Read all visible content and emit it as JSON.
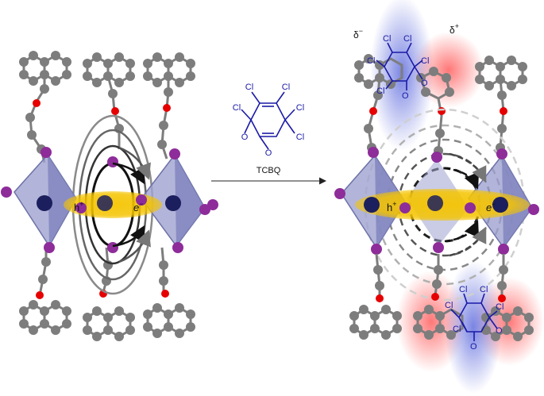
{
  "left_panel": {
    "hole_label": "h",
    "hole_sup": "+",
    "electron_label": "e",
    "electron_sup": "−"
  },
  "reaction": {
    "reagent_label": "TCBQ",
    "atom_cl": "Cl",
    "atom_o": "O"
  },
  "right_panel": {
    "delta_minus_symbol": "δ",
    "delta_minus_sup": "−",
    "delta_plus_symbol": "δ",
    "delta_plus_sup": "+",
    "hole_label": "h",
    "hole_sup": "+",
    "electron_label": "e",
    "electron_sup": "−"
  },
  "colors": {
    "carbon": "#7d7d7d",
    "oxygen": "#e60000",
    "iodine": "#8e2c9a",
    "lead": "#1c1f5e",
    "octahedron": "#9fa3cf",
    "exciton": "#f2c200",
    "tcbq": "#1a1aa6",
    "dipole_negative": "#4d5bd9",
    "dipole_positive": "#ff5a5a"
  }
}
